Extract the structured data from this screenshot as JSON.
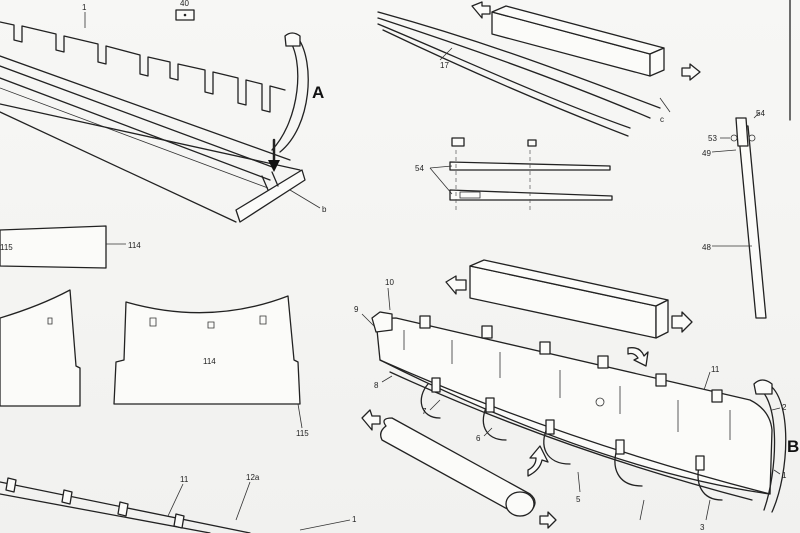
{
  "drawing": {
    "callouts": {
      "A": "A",
      "B": "B",
      "n40": "40",
      "n1_top": "1",
      "b": "b",
      "n115_left": "115",
      "n114_right": "114",
      "n114_panel": "114",
      "n115_panel": "115",
      "n11_bottom": "11",
      "n12a": "12a",
      "n1_bottom": "1",
      "n17": "17",
      "c": "c",
      "n54_mid": "54",
      "n54_right": "54",
      "n53": "53",
      "n49": "49",
      "n48": "48",
      "n10": "10",
      "n9": "9",
      "n8": "8",
      "n7": "7",
      "n6": "6",
      "n5": "5",
      "n3": "3",
      "n11_hull": "11",
      "n2": "2",
      "n1_hull": "1"
    }
  }
}
